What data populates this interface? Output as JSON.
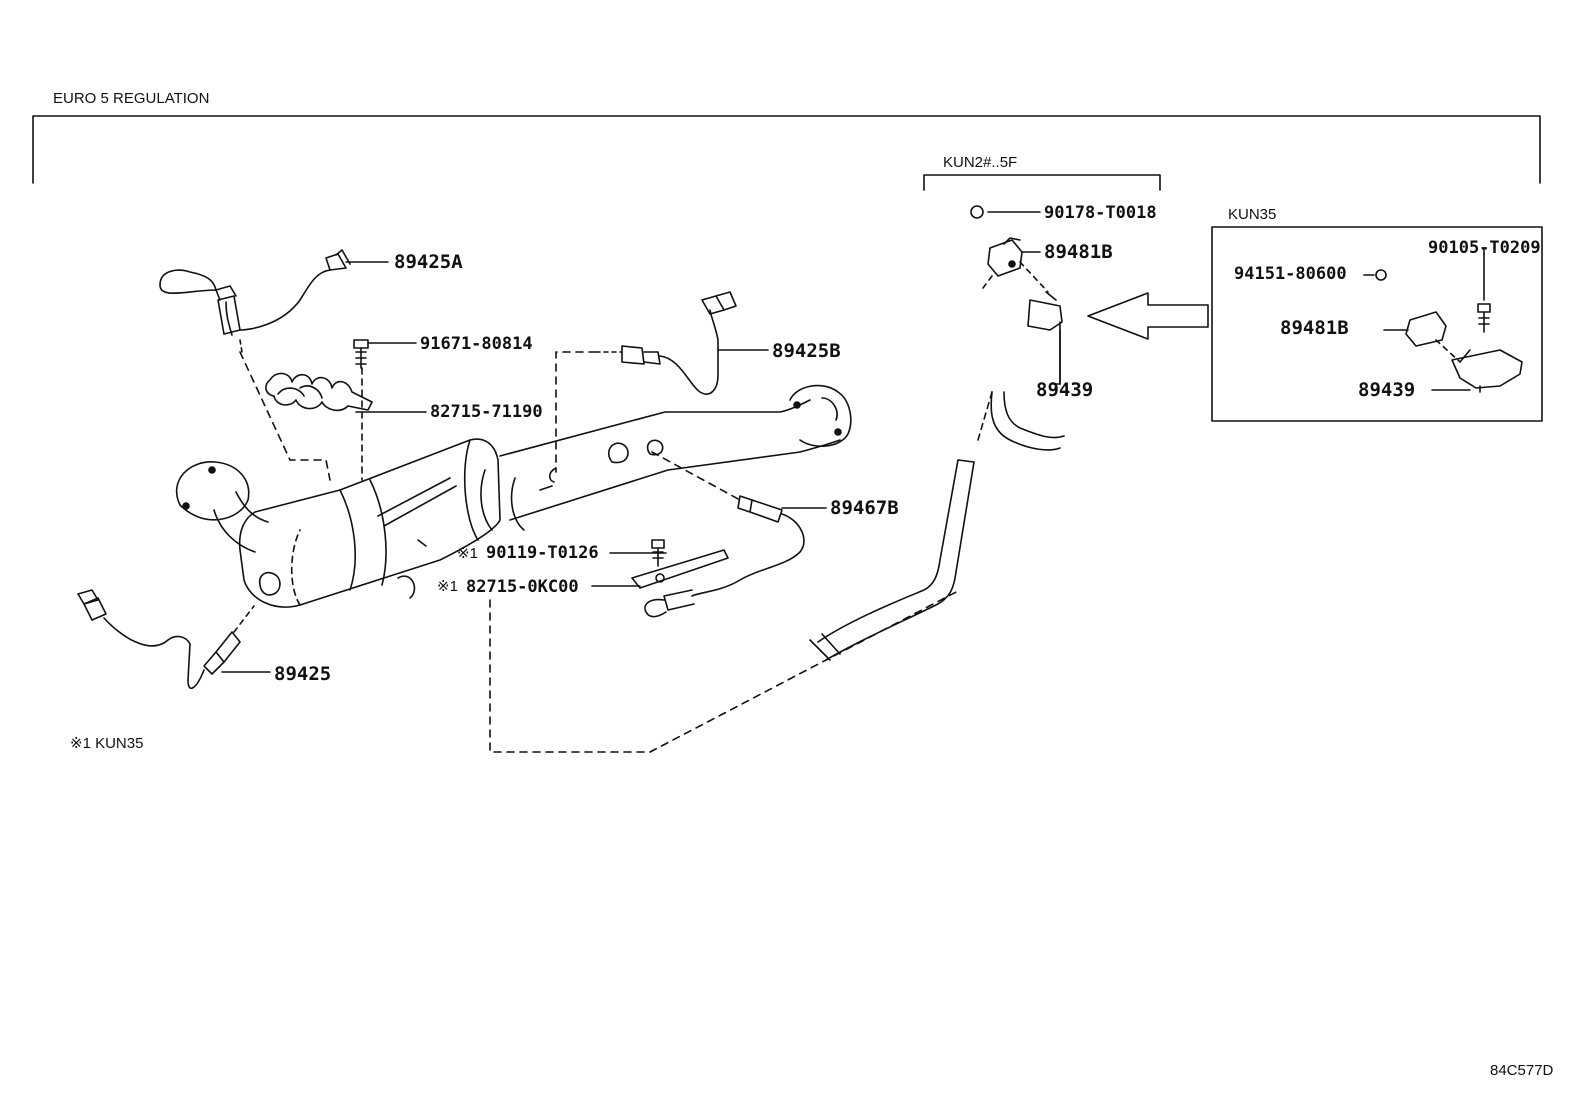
{
  "header": {
    "title": "EURO 5 REGULATION"
  },
  "variants": {
    "kun2_label": "KUN2#..5F",
    "kun35_label": "KUN35"
  },
  "footnote": "※1 KUN35",
  "image_code": "84C577D",
  "parts": {
    "p89425A": "89425A",
    "p91671_80814": "91671-80814",
    "p82715_71190": "82715-71190",
    "p89425B": "89425B",
    "p89467B": "89467B",
    "p90119_T0126": "90119-T0126",
    "p82715_0KC00": "82715-0KC00",
    "p89425": "89425",
    "p90178_T0018": "90178-T0018",
    "p89481B": "89481B",
    "p89439": "89439",
    "p94151_80600": "94151-80600",
    "p90105_T0209": "90105-T0209",
    "p89481B_inset": "89481B",
    "p89439_inset": "89439"
  },
  "marks": {
    "kun35_mark_1": "※1",
    "kun35_mark_2": "※1"
  }
}
